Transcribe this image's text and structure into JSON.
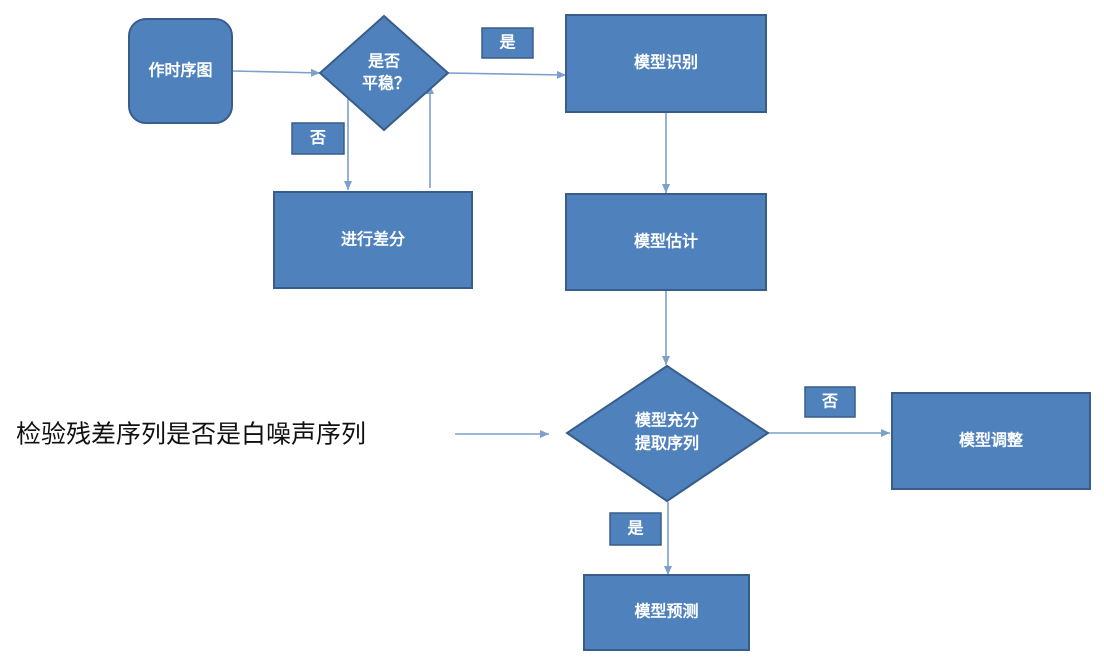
{
  "flowchart": {
    "nodes": {
      "plot_series": "作时序图",
      "is_stationary_line1": "是否",
      "is_stationary_line2": "平稳？",
      "model_identification": "模型识别",
      "differencing": "进行差分",
      "model_estimation": "模型估计",
      "info_extracted_line1": "模型充分",
      "info_extracted_line2": "提取序列",
      "model_adjustment": "模型调整",
      "model_forecast": "模型预测"
    },
    "edge_labels": {
      "stationary_yes": "是",
      "stationary_no": "否",
      "extracted_no": "否",
      "extracted_yes": "是"
    },
    "annotation": "检验残差序列是否是白噪声序列"
  },
  "colors": {
    "fill": "#4f81bd",
    "border": "#385d8a",
    "connector": "#7d9fcb",
    "node_text": "#ffffff"
  }
}
